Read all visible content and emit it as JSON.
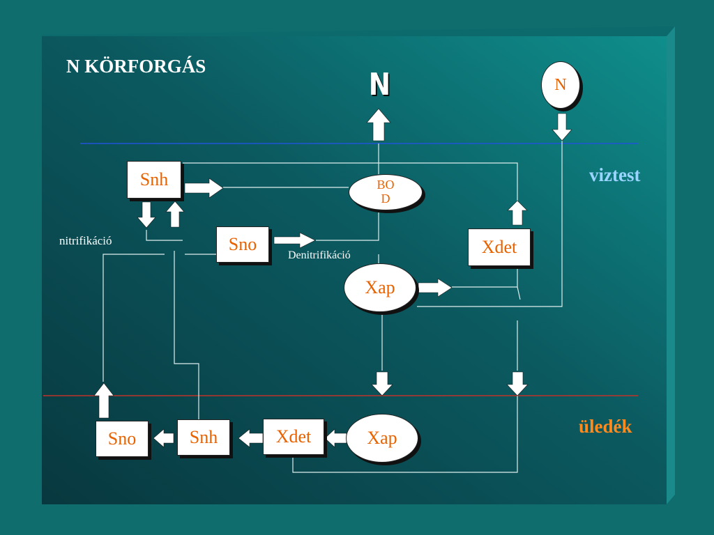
{
  "title": "N KÖRFORGÁS",
  "zones": {
    "water": "viztest",
    "sediment": "üledék"
  },
  "top_n_label": "N",
  "labels": {
    "nitrification": "nitrifikáció",
    "denitrification": "Denitrifikáció"
  },
  "nodes": {
    "n_input": "N",
    "snh_water": "Snh",
    "bod": "BOD",
    "sno_water": "Sno",
    "xdet_water": "Xdet",
    "xap_water": "Xap",
    "xap_sed": "Xap",
    "xdet_sed": "Xdet",
    "snh_sed": "Snh",
    "sno_sed": "Sno"
  },
  "colors": {
    "background": "#0f6d6e",
    "panel": "#0b5257",
    "node_text": "#e86200",
    "water_line": "#1f55d8",
    "sediment_line": "#c0332a",
    "zone_water": "#9ad4ff",
    "zone_sediment": "#ff8a1e"
  }
}
